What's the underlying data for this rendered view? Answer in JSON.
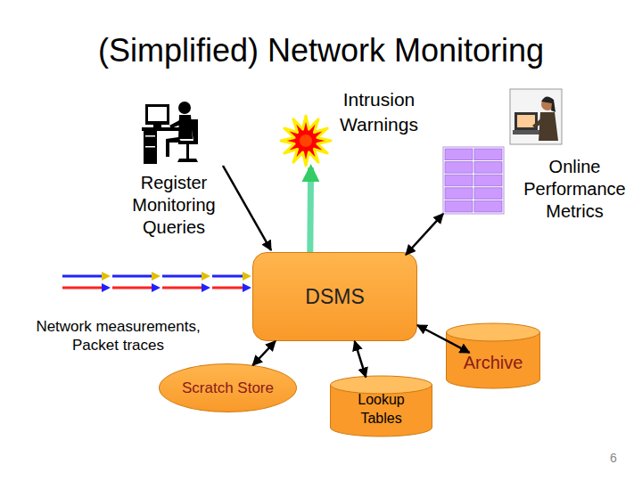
{
  "diagram": {
    "title": "(Simplified) Network Monitoring",
    "nodes": [
      {
        "text": [
          "DSMS"
        ]
      },
      {
        "text": [
          "Intrusion Warnings"
        ]
      },
      {
        "text": [
          "Online Performance Metrics"
        ]
      },
      {
        "text": [
          "Scratch Store"
        ]
      },
      {
        "text": [
          "Lookup Tables"
        ]
      },
      {
        "text": [
          "Archive"
        ]
      }
    ],
    "edges": [
      {
        "from": 0,
        "to": 1,
        "arrow": "to"
      },
      {
        "from": 0,
        "to": 2,
        "arrow": "both"
      },
      {
        "from": 0,
        "to": 3,
        "arrow": "both"
      },
      {
        "from": 0,
        "to": 4,
        "arrow": "both"
      },
      {
        "from": 0,
        "to": 5,
        "arrow": "both"
      }
    ],
    "labels": [
      "Register Monitoring Queries",
      "Network measurements, Packet traces",
      "6"
    ]
  }
}
